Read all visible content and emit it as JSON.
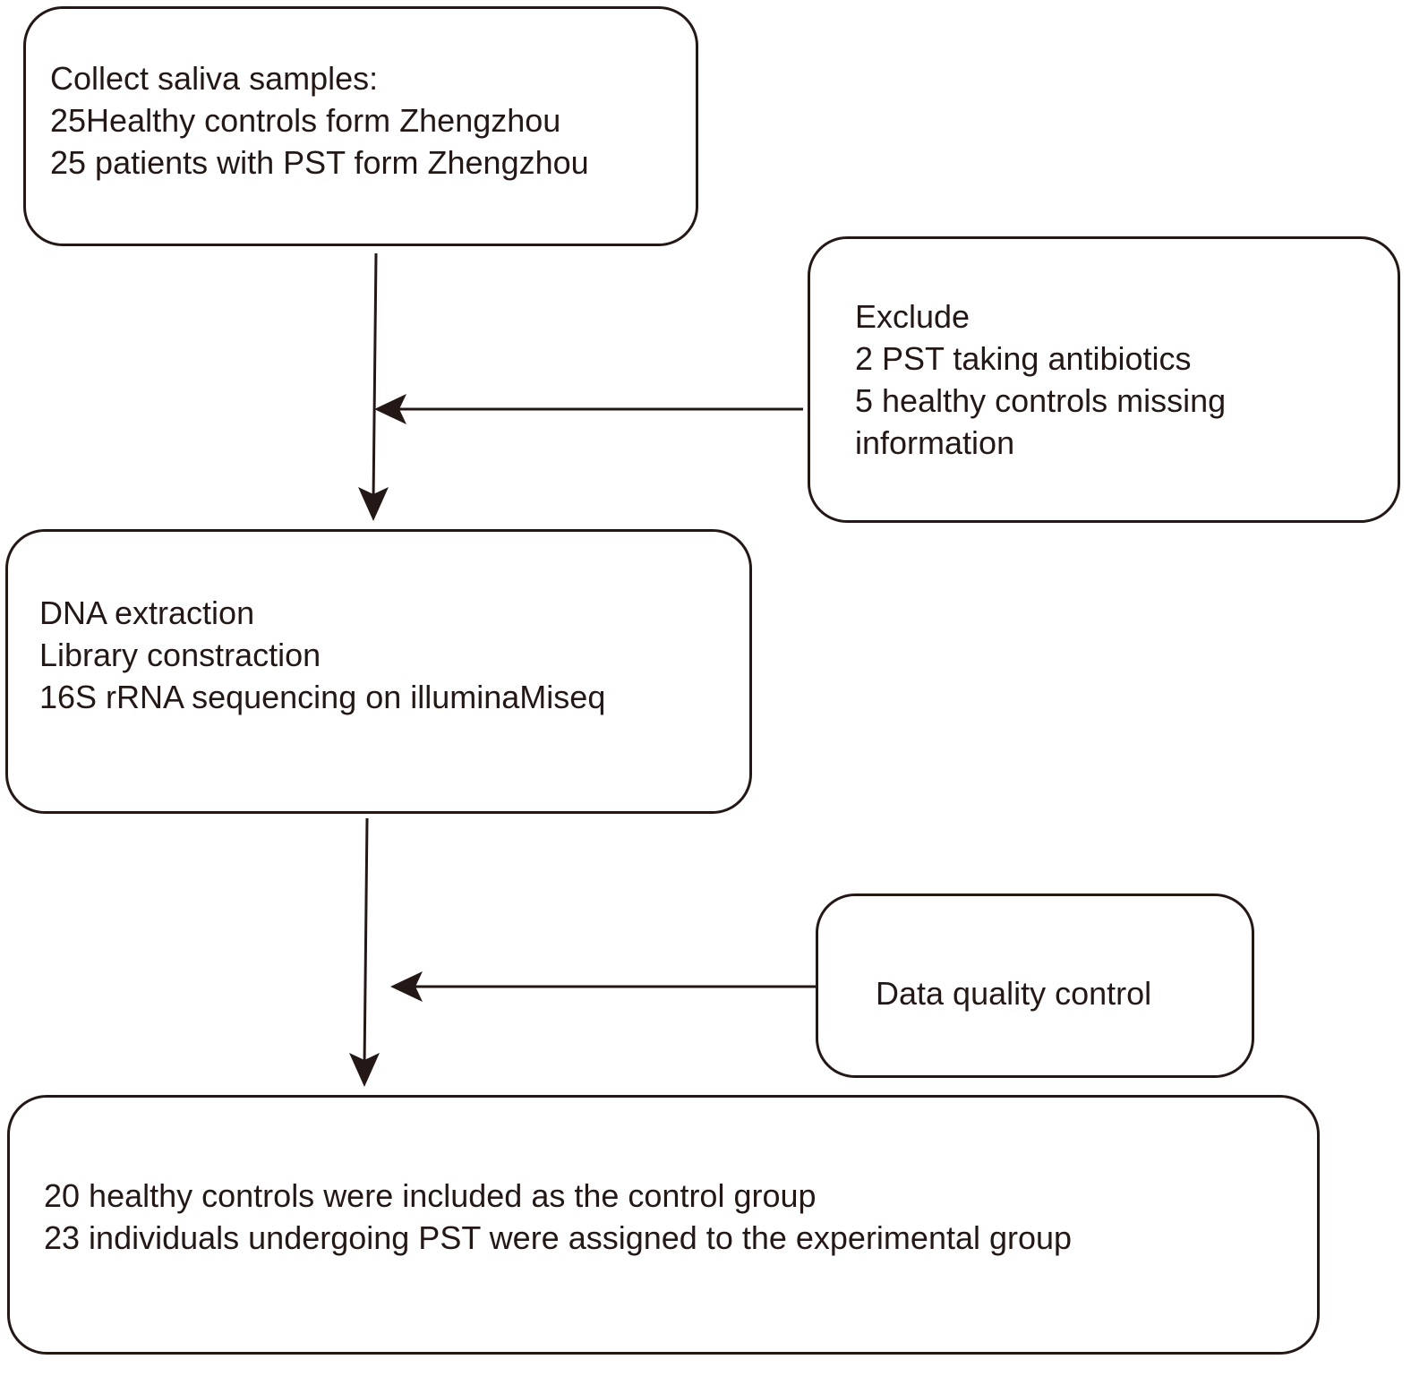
{
  "boxes": {
    "collect": {
      "lines": [
        "Collect saliva samples:",
        "25Healthy controls form Zhengzhou",
        "25 patients with PST form Zhengzhou"
      ]
    },
    "exclude": {
      "lines": [
        "Exclude",
        "2 PST taking antibiotics",
        "5 healthy controls missing",
        "information"
      ]
    },
    "dna": {
      "lines": [
        "DNA extraction",
        "Library constraction",
        "16S rRNA sequencing on illuminaMiseq"
      ]
    },
    "qc": {
      "lines": [
        "Data quality control"
      ]
    },
    "result": {
      "lines": [
        "20 healthy controls were included as the control group",
        "23 individuals undergoing PST were assigned to the experimental group"
      ]
    }
  },
  "colors": {
    "stroke": "#231815",
    "background": "#ffffff"
  }
}
